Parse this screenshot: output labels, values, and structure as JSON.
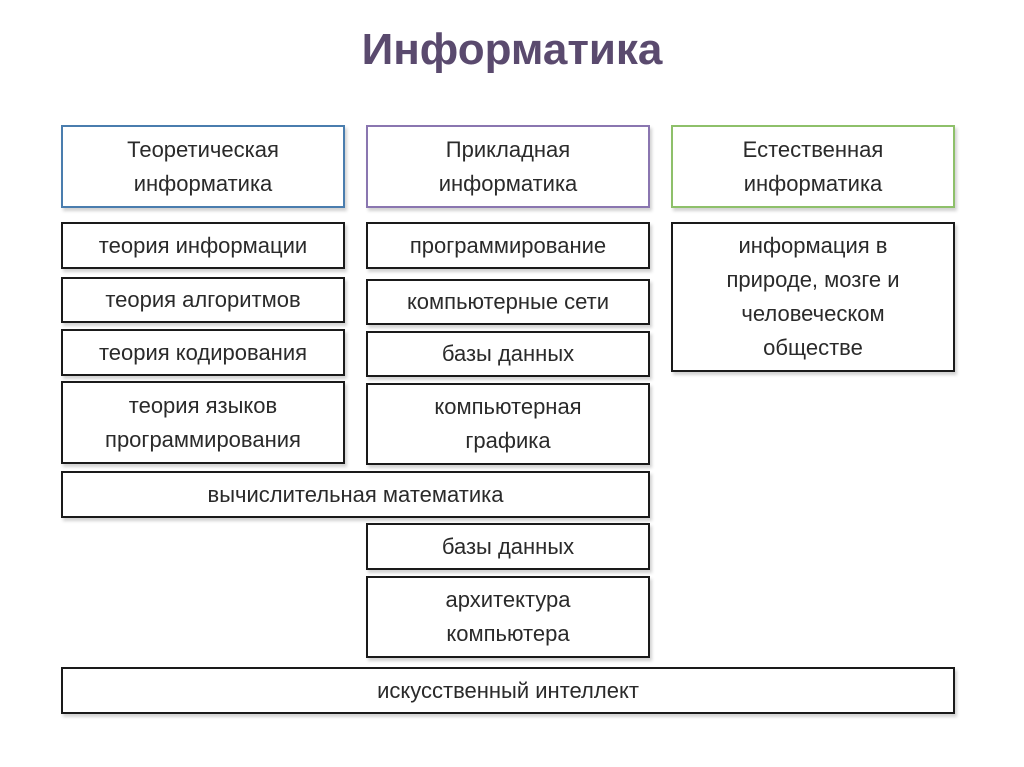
{
  "title": "Информатика",
  "headers": {
    "theoretical": "Теоретическая\nинформатика",
    "applied": "Прикладная\nинформатика",
    "natural": "Естественная\nинформатика"
  },
  "theoretical": {
    "info_theory": "теория информации",
    "algorithm_theory": "теория алгоритмов",
    "coding_theory": "теория кодирования",
    "language_theory": "теория языков\nпрограммирования"
  },
  "applied": {
    "programming": "программирование",
    "networks": "компьютерные сети",
    "databases": "базы данных",
    "graphics": "компьютерная\nграфика",
    "databases_2": "базы данных",
    "architecture": "архитектура\nкомпьютера"
  },
  "natural": {
    "info_nature": "информация в\nприроде, мозге и\nчеловеческом\nобществе"
  },
  "shared": {
    "computational_math": "вычислительная математика",
    "ai": "искусственный интеллект"
  },
  "colors": {
    "title": "#5a4a6e",
    "theoretical_border": "#4a7dae",
    "applied_border": "#8a76b0",
    "natural_border": "#8ec06a"
  }
}
